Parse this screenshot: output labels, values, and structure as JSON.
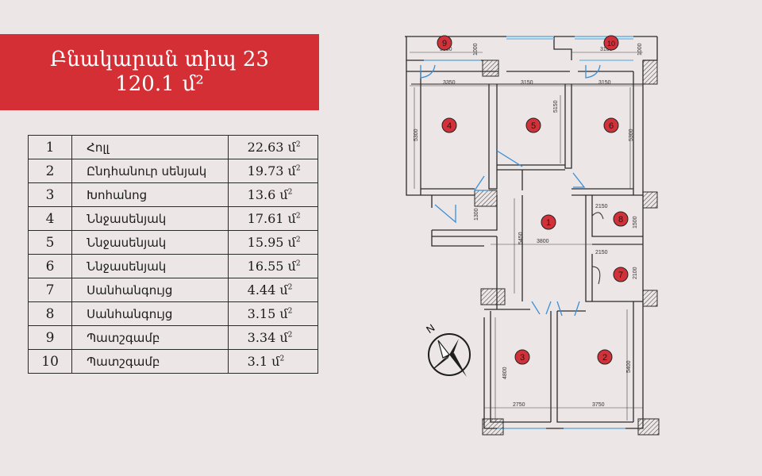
{
  "title": {
    "line1": "Բնակարան տիպ 23",
    "area_value": "120.1",
    "area_unit": "մ²"
  },
  "rooms": [
    {
      "num": "1",
      "name": "Հոլլ",
      "area": "22.63 մ",
      "unit_sup": "2"
    },
    {
      "num": "2",
      "name": "Ընդհանուր սենյակ",
      "area": "19.73 մ",
      "unit_sup": "2"
    },
    {
      "num": "3",
      "name": "Խոհանոց",
      "area": "13.6 մ",
      "unit_sup": "2"
    },
    {
      "num": "4",
      "name": "Ննջասենյակ",
      "area": "17.61 մ",
      "unit_sup": "2"
    },
    {
      "num": "5",
      "name": "Ննջասենյակ",
      "area": "15.95 մ",
      "unit_sup": "2"
    },
    {
      "num": "6",
      "name": "Ննջասենյակ",
      "area": "16.55 մ",
      "unit_sup": "2"
    },
    {
      "num": "7",
      "name": "Սանհանգույց",
      "area": "4.44 մ",
      "unit_sup": "2"
    },
    {
      "num": "8",
      "name": "Սանհանգույց",
      "area": "3.15 մ",
      "unit_sup": "2"
    },
    {
      "num": "9",
      "name": "Պատշգամբ",
      "area": "3.34 մ",
      "unit_sup": "2"
    },
    {
      "num": "10",
      "name": "Պատշգամբ",
      "area": "3.1  մ",
      "unit_sup": "2"
    }
  ],
  "plan": {
    "room_markers": [
      "1",
      "2",
      "3",
      "4",
      "5",
      "6",
      "7",
      "8",
      "9",
      "10"
    ],
    "dimensions": {
      "balcony_left_width": "3350",
      "balcony_left_depth": "1000",
      "balcony_right_width": "3100",
      "balcony_right_depth": "1000",
      "room4_width": "3350",
      "room5_width": "3150",
      "room6_width": "3150",
      "room4_depth": "5300",
      "room5_depth": "5150",
      "room6_depth": "5300",
      "corridor_depth": "1300",
      "hall_depth": "5450",
      "hall_width": "3800",
      "bath8_width": "2150",
      "bath8_depth": "1500",
      "bath7_width": "2150",
      "bath7_depth": "2100",
      "kitchen_depth": "4800",
      "living_depth": "5400",
      "kitchen_width": "2750",
      "living_width": "3750"
    },
    "marker_color": "#d1323a",
    "window_color": "#7dbde6"
  },
  "compass": {
    "north_label": "N"
  }
}
